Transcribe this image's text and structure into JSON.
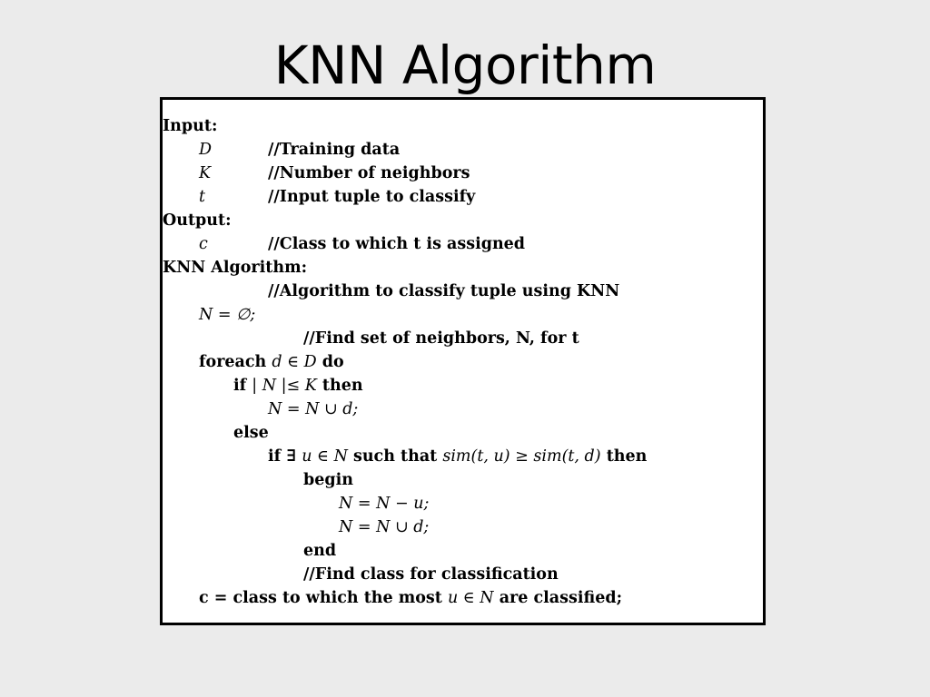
{
  "slide": {
    "title": "KNN Algorithm"
  },
  "algorithm": {
    "input_label": "Input:",
    "inputs": [
      {
        "symbol": "D",
        "comment": "//Training data"
      },
      {
        "symbol": "K",
        "comment": "//Number of neighbors"
      },
      {
        "symbol": "t",
        "comment": "//Input tuple to classify"
      }
    ],
    "output_label": "Output:",
    "outputs": [
      {
        "symbol": "c",
        "comment": "//Class to which t is assigned"
      }
    ],
    "algorithm_label": "KNN Algorithm:",
    "algorithm_comment": "//Algorithm to classify tuple using KNN",
    "init": "N = ∅;",
    "find_neighbors_comment": "//Find set of neighbors, N, for t",
    "foreach_keyword": "foreach",
    "foreach_cond": "d ∈ D",
    "do_keyword": "do",
    "if_keyword": "if",
    "if_cond": "| N |≤ K",
    "then_keyword": "then",
    "union_stmt": "N = N ∪ d;",
    "else_keyword": "else",
    "exists_keyword": "if ∃",
    "exists_var": "u ∈ N",
    "such_that": "such that",
    "sim_cond": "sim(t, u) ≥ sim(t, d)",
    "then_keyword_2": "then",
    "begin_keyword": "begin",
    "remove_stmt": "N = N − u;",
    "union_stmt_2": "N = N ∪ d;",
    "end_keyword": "end",
    "find_class_comment": "//Find class for classification",
    "final_prefix": "c = class to which the most",
    "final_var": "u ∈ N",
    "final_suffix": "are classified;"
  }
}
